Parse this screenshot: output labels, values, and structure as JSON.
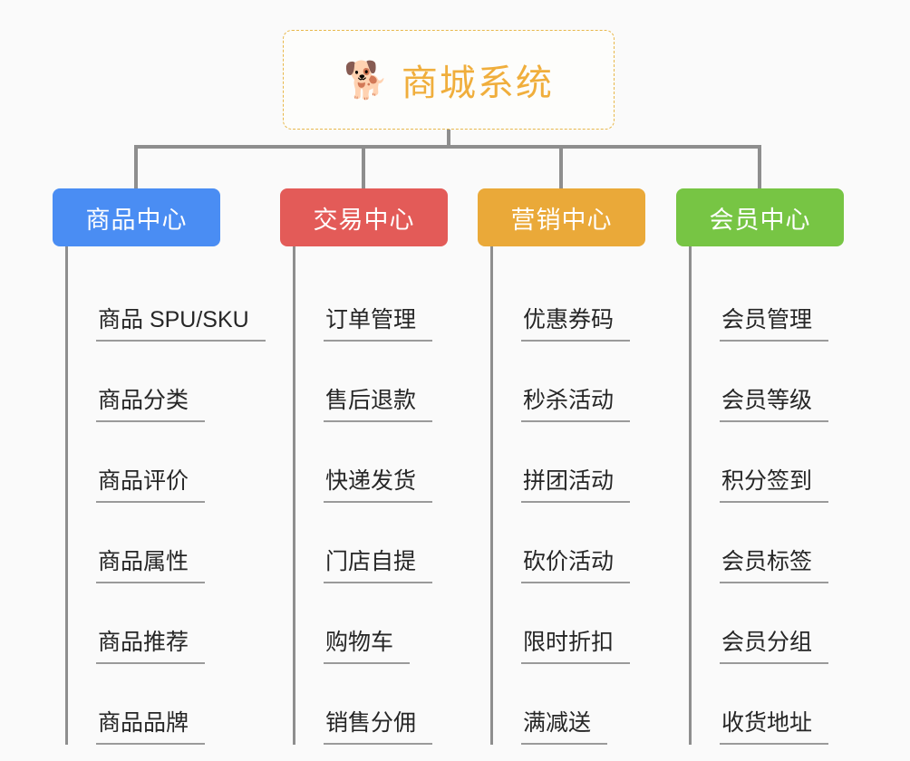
{
  "root": {
    "icon": "shiba-dog-face-emoji",
    "emoji": "🐕",
    "title": "商城系统"
  },
  "theme": {
    "background": "#fafafa",
    "root_border": "#e8b84b",
    "root_text": "#f0ae3c",
    "connector": "#8e8e8e",
    "leaf_text": "#262626",
    "leaf_underline": "#9a9a9a"
  },
  "columns": [
    {
      "title": "商品中心",
      "color": "#4a8df3",
      "items": [
        "商品 SPU/SKU",
        "商品分类",
        "商品评价",
        "商品属性",
        "商品推荐",
        "商品品牌"
      ]
    },
    {
      "title": "交易中心",
      "color": "#e35b58",
      "items": [
        "订单管理",
        "售后退款",
        "快递发货",
        "门店自提",
        "购物车",
        "销售分佣"
      ]
    },
    {
      "title": "营销中心",
      "color": "#eaa939",
      "items": [
        "优惠券码",
        "秒杀活动",
        "拼团活动",
        "砍价活动",
        "限时折扣",
        "满减送"
      ]
    },
    {
      "title": "会员中心",
      "color": "#77c544",
      "items": [
        "会员管理",
        "会员等级",
        "积分签到",
        "会员标签",
        "会员分组",
        "收货地址"
      ]
    }
  ]
}
